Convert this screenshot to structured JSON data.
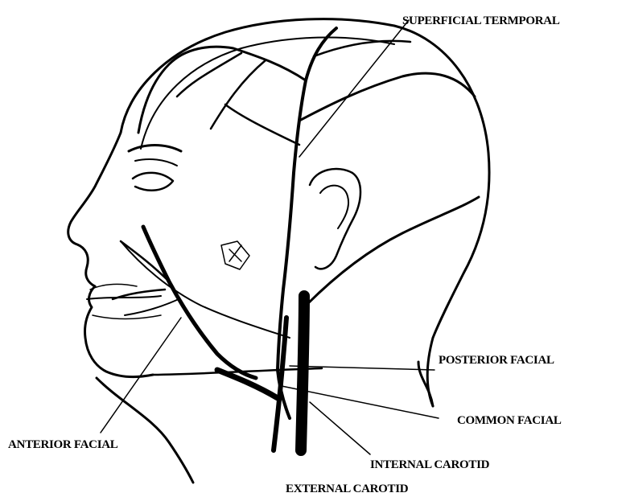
{
  "labels": {
    "superficial_temporal": "SUPERFICIAL TERMPORAL",
    "posterior_facial": "POSTERIOR FACIAL",
    "common_facial": "COMMON FACIAL",
    "anterior_facial": "ANTERIOR FACIAL",
    "internal_carotid": "INTERNAL CAROTID",
    "external_carotid": "EXTERNAL CAROTID"
  },
  "colors": {
    "ink": "#000000",
    "background": "#ffffff"
  }
}
